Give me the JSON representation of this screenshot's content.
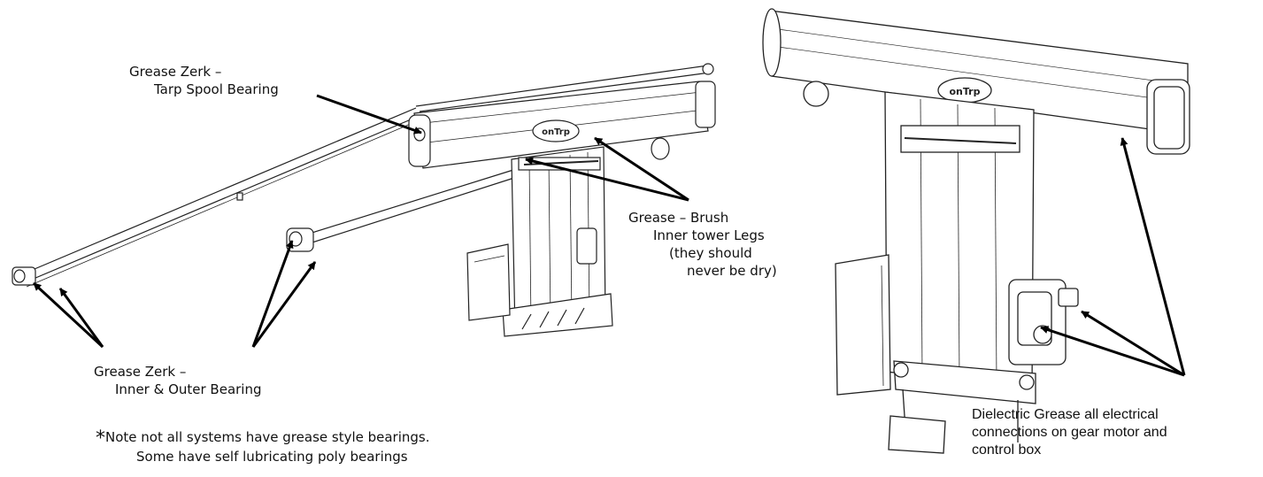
{
  "labels": {
    "zerk_spool": [
      "Grease Zerk –",
      "Tarp Spool Bearing"
    ],
    "brush": [
      "Grease – Brush",
      "Inner tower Legs",
      "(they should",
      "never be dry)"
    ],
    "zerk_bearing": [
      "Grease Zerk –",
      "Inner & Outer Bearing"
    ],
    "note_mark": "*",
    "note": [
      "Note not all systems have grease style bearings.",
      "Some have self lubricating poly bearings"
    ],
    "dielectric": [
      "Dielectric Grease all electrical",
      "connections on gear motor and",
      "control box"
    ]
  },
  "logo_text": "onTrp"
}
